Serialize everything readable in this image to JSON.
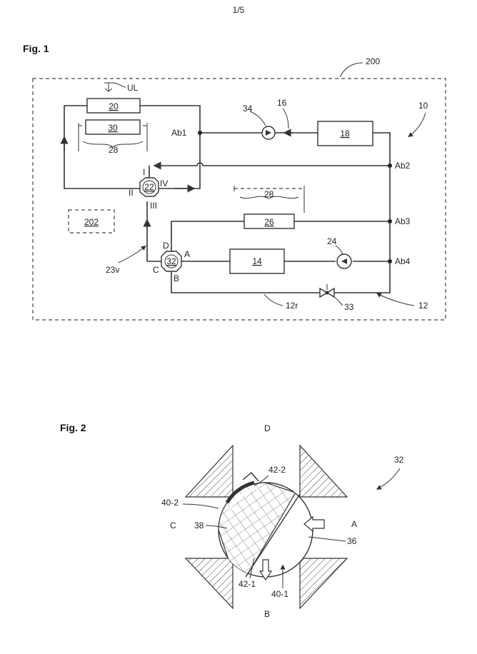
{
  "page_number": "1/5",
  "fig1": {
    "title": "Fig. 1",
    "labels": {
      "system": "200",
      "circuit": "10",
      "ul": "UL",
      "box20": "20",
      "box30": "30",
      "brace28_top": "28",
      "brace28_mid": "28",
      "box18": "18",
      "box14": "14",
      "box26": "26",
      "box202": "202",
      "valve22": "22",
      "valve32": "32",
      "pump34": "34",
      "pump24": "24",
      "line16": "16",
      "line23v": "23v",
      "line12r": "12r",
      "line12": "12",
      "valve33": "33",
      "ab1": "Ab1",
      "ab2": "Ab2",
      "ab3": "Ab3",
      "ab4": "Ab4",
      "port_I": "I",
      "port_II": "II",
      "port_III": "III",
      "port_IV": "IV",
      "port_A": "A",
      "port_B": "B",
      "port_C": "C",
      "port_D": "D"
    }
  },
  "fig2": {
    "title": "Fig. 2",
    "labels": {
      "valve": "32",
      "port_D": "D",
      "port_A": "A",
      "port_B": "B",
      "port_C": "C",
      "l42_2": "42-2",
      "l40_2": "40-2",
      "l38": "38",
      "l36": "36",
      "l42_1": "42-1",
      "l40_1": "40-1"
    }
  }
}
